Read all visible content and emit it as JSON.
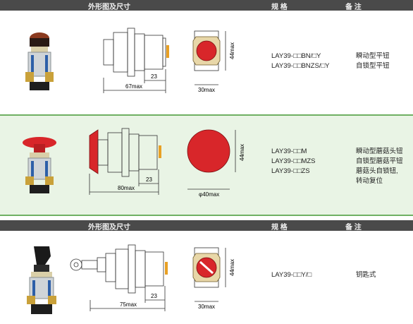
{
  "header1": {
    "shape": "外形图及尺寸",
    "spec": "规 格",
    "remark": "备 注"
  },
  "header2": {
    "shape": "外形图及尺寸",
    "spec": "规 格",
    "remark": "备 注"
  },
  "rows": [
    {
      "models": [
        "LAY39-□□BN/□Y",
        "LAY39-□□BNZS/□Y"
      ],
      "notes": [
        "瞬动型平钮",
        "自锁型平钮"
      ],
      "dims": {
        "width": "67max",
        "inner": "23",
        "front": "30max",
        "height": "44max"
      }
    },
    {
      "models": [
        "LAY39-□□M",
        "LAY39-□□MZS",
        "LAY39-□□ZS"
      ],
      "notes": [
        "瞬动型蘑菇头钮",
        "自锁型蘑菇平钮",
        "蘑菇头自锁钮,",
        "转动复位"
      ],
      "dims": {
        "width": "80max",
        "inner": "23",
        "front": "φ40max",
        "height": "44max"
      }
    },
    {
      "models": [
        "LAY39-□□Y/□"
      ],
      "notes": [
        "钥匙式"
      ],
      "dims": {
        "width": "75max",
        "inner": "23",
        "front": "30max",
        "height": "44max"
      }
    }
  ],
  "colors": {
    "header_bg": "#4a4a4a",
    "band_bg": "#e9f4e5",
    "band_border": "#6fb063",
    "button_red": "#d8262a"
  }
}
